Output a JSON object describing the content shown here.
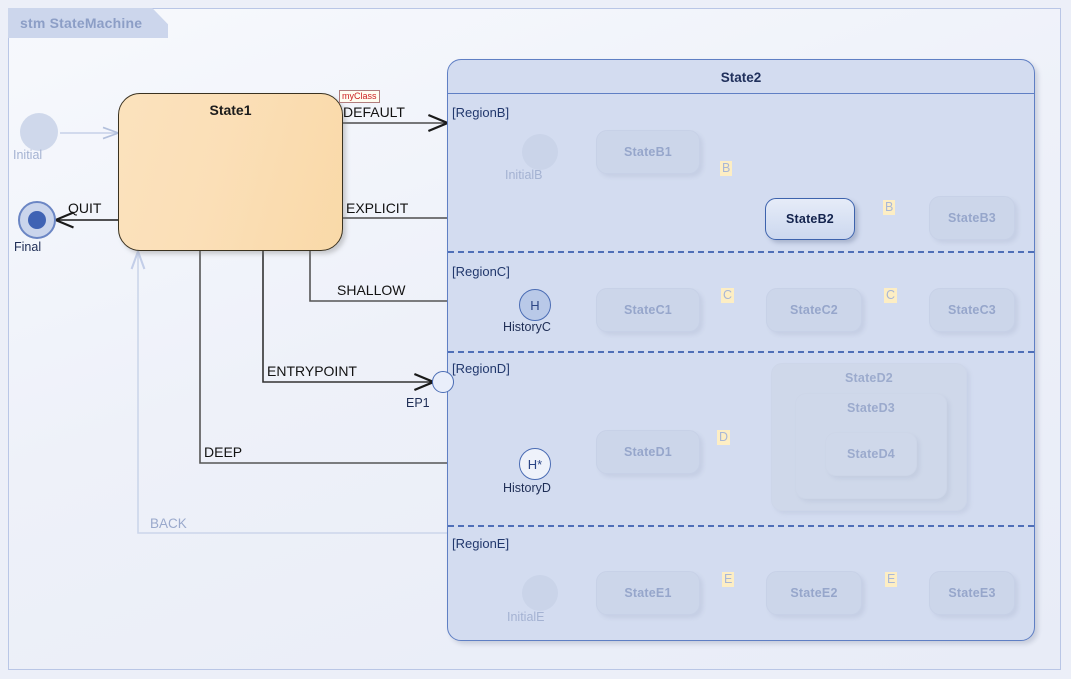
{
  "frame": {
    "tab_label": "stm StateMachine"
  },
  "state1": {
    "label": "State1",
    "stereotype": "myClass"
  },
  "state2": {
    "label": "State2",
    "regions": [
      {
        "label": "[RegionB]"
      },
      {
        "label": "[RegionC]"
      },
      {
        "label": "[RegionD]"
      },
      {
        "label": "[RegionE]"
      }
    ]
  },
  "pseudostates": {
    "initial": "Initial",
    "final": "Final",
    "initial_b": "InitialB",
    "history_c": "HistoryC",
    "history_c_glyph": "H",
    "history_d": "HistoryD",
    "history_d_glyph": "H*",
    "entry_point": "EP1",
    "initial_e": "InitialE"
  },
  "nodes": {
    "stateB1": "StateB1",
    "stateB2": "StateB2",
    "stateB3": "StateB3",
    "stateC1": "StateC1",
    "stateC2": "StateC2",
    "stateC3": "StateC3",
    "stateD1": "StateD1",
    "stateD2": "StateD2",
    "stateD3": "StateD3",
    "stateD4": "StateD4",
    "stateE1": "StateE1",
    "stateE2": "StateE2",
    "stateE3": "StateE3"
  },
  "transitions": {
    "default": "DEFAULT",
    "explicit": "EXPLICIT",
    "shallow": "SHALLOW",
    "entrypoint": "ENTRYPOINT",
    "deep": "DEEP",
    "quit": "QUIT",
    "back": "BACK"
  },
  "events": {
    "b1": "B",
    "b2": "B",
    "c1": "C",
    "c2": "C",
    "d1": "D",
    "e1": "E",
    "e2": "E"
  },
  "colors": {
    "state1_fill": "#fbe2bd",
    "state2_fill": "#d3dcf0",
    "accent_blue": "#3d63ad",
    "event_badge": "#fdeec4",
    "stereotype_red": "#cc2222",
    "frame_border": "#b9c6e6"
  }
}
